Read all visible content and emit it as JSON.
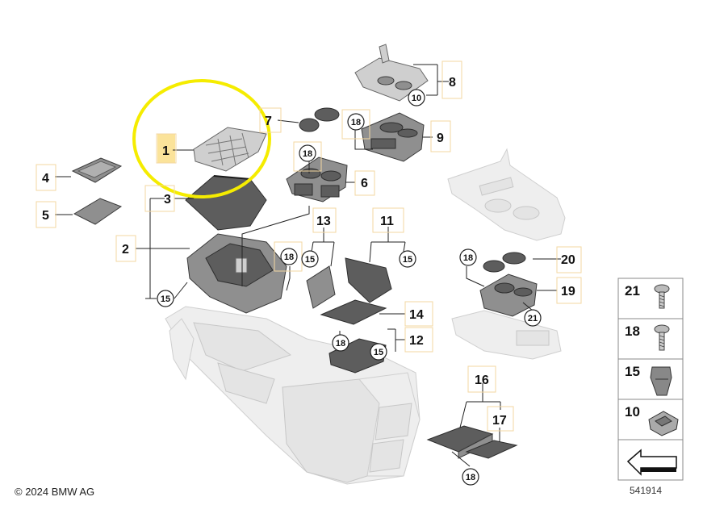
{
  "callouts": [
    "1",
    "2",
    "3",
    "4",
    "5",
    "6",
    "7",
    "8",
    "9",
    "11",
    "12",
    "13",
    "14",
    "16",
    "17",
    "19",
    "20"
  ],
  "circled_callouts": {
    "c18": "18",
    "c15": "15",
    "c10": "10",
    "c21": "21"
  },
  "legend": [
    {
      "number": "21",
      "icon": "screw-with-washer-icon"
    },
    {
      "number": "18",
      "icon": "screw-with-washer-icon"
    },
    {
      "number": "15",
      "icon": "spring-nut-clip-icon"
    },
    {
      "number": "10",
      "icon": "clip-nut-icon"
    },
    {
      "number": "",
      "icon": "direction-arrow-icon"
    }
  ],
  "highlight": {
    "color": "#f5ec00",
    "item": "1"
  },
  "copyright": "© 2024 BMW AG",
  "diagram_id": "541914",
  "colors": {
    "highlight_ring": "#f5ec00",
    "highlight_box": "#fbe39a",
    "callout_box": "#f3d7a0"
  }
}
